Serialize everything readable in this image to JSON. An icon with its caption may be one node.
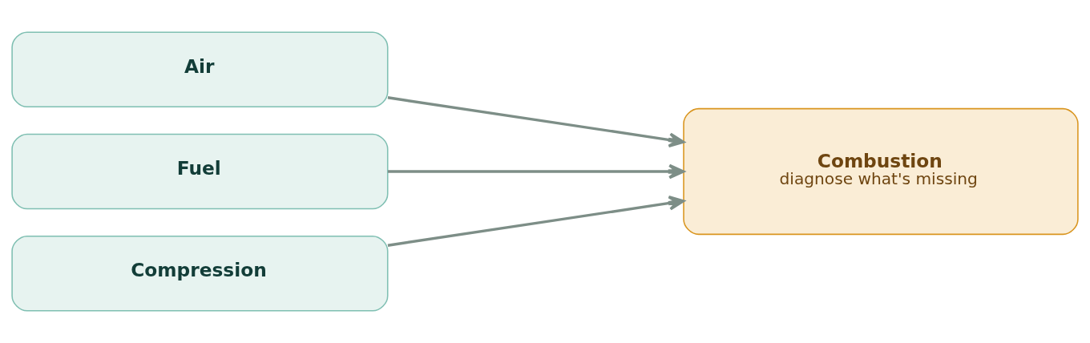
{
  "diagram": {
    "nodes": [
      {
        "text": [
          "Air"
        ]
      },
      {
        "text": [
          "Fuel"
        ]
      },
      {
        "text": [
          "Compression"
        ]
      },
      {
        "text": [
          "Combustion",
          "diagnose what's missing"
        ]
      }
    ],
    "edges": [
      {
        "from": 0,
        "to": 3,
        "arrow": "to"
      },
      {
        "from": 1,
        "to": 3,
        "arrow": "to"
      },
      {
        "from": 2,
        "to": 3,
        "arrow": "to"
      }
    ]
  }
}
